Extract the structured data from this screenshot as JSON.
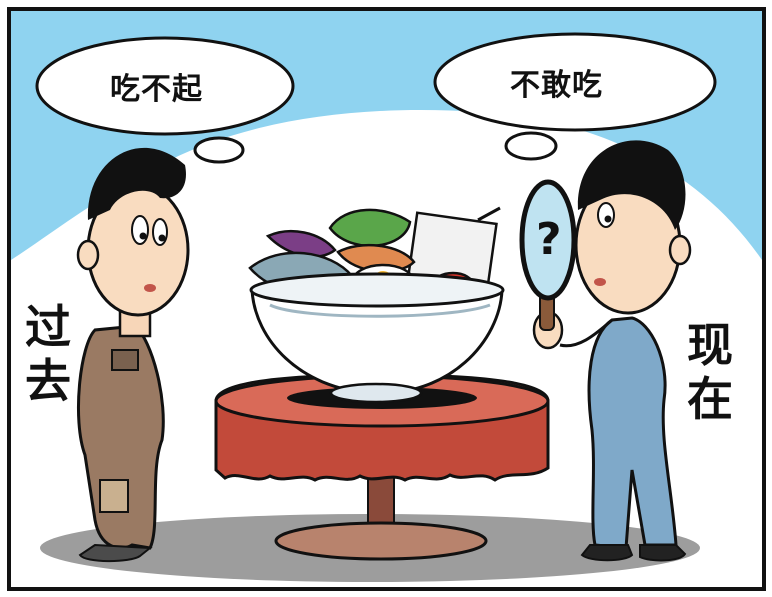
{
  "bubbles": {
    "left": "吃不起",
    "right": "不敢吃"
  },
  "labels": {
    "past": [
      "过",
      "去"
    ],
    "now": [
      "现",
      "在"
    ]
  },
  "question_mark": "?",
  "colors": {
    "sky": "#8fd3f0",
    "tablecloth": "#c24a3a",
    "old_clothes": "#9a7a63",
    "modern_clothes": "#7fa9c9",
    "ground_shadow": "#9a9a9a"
  }
}
